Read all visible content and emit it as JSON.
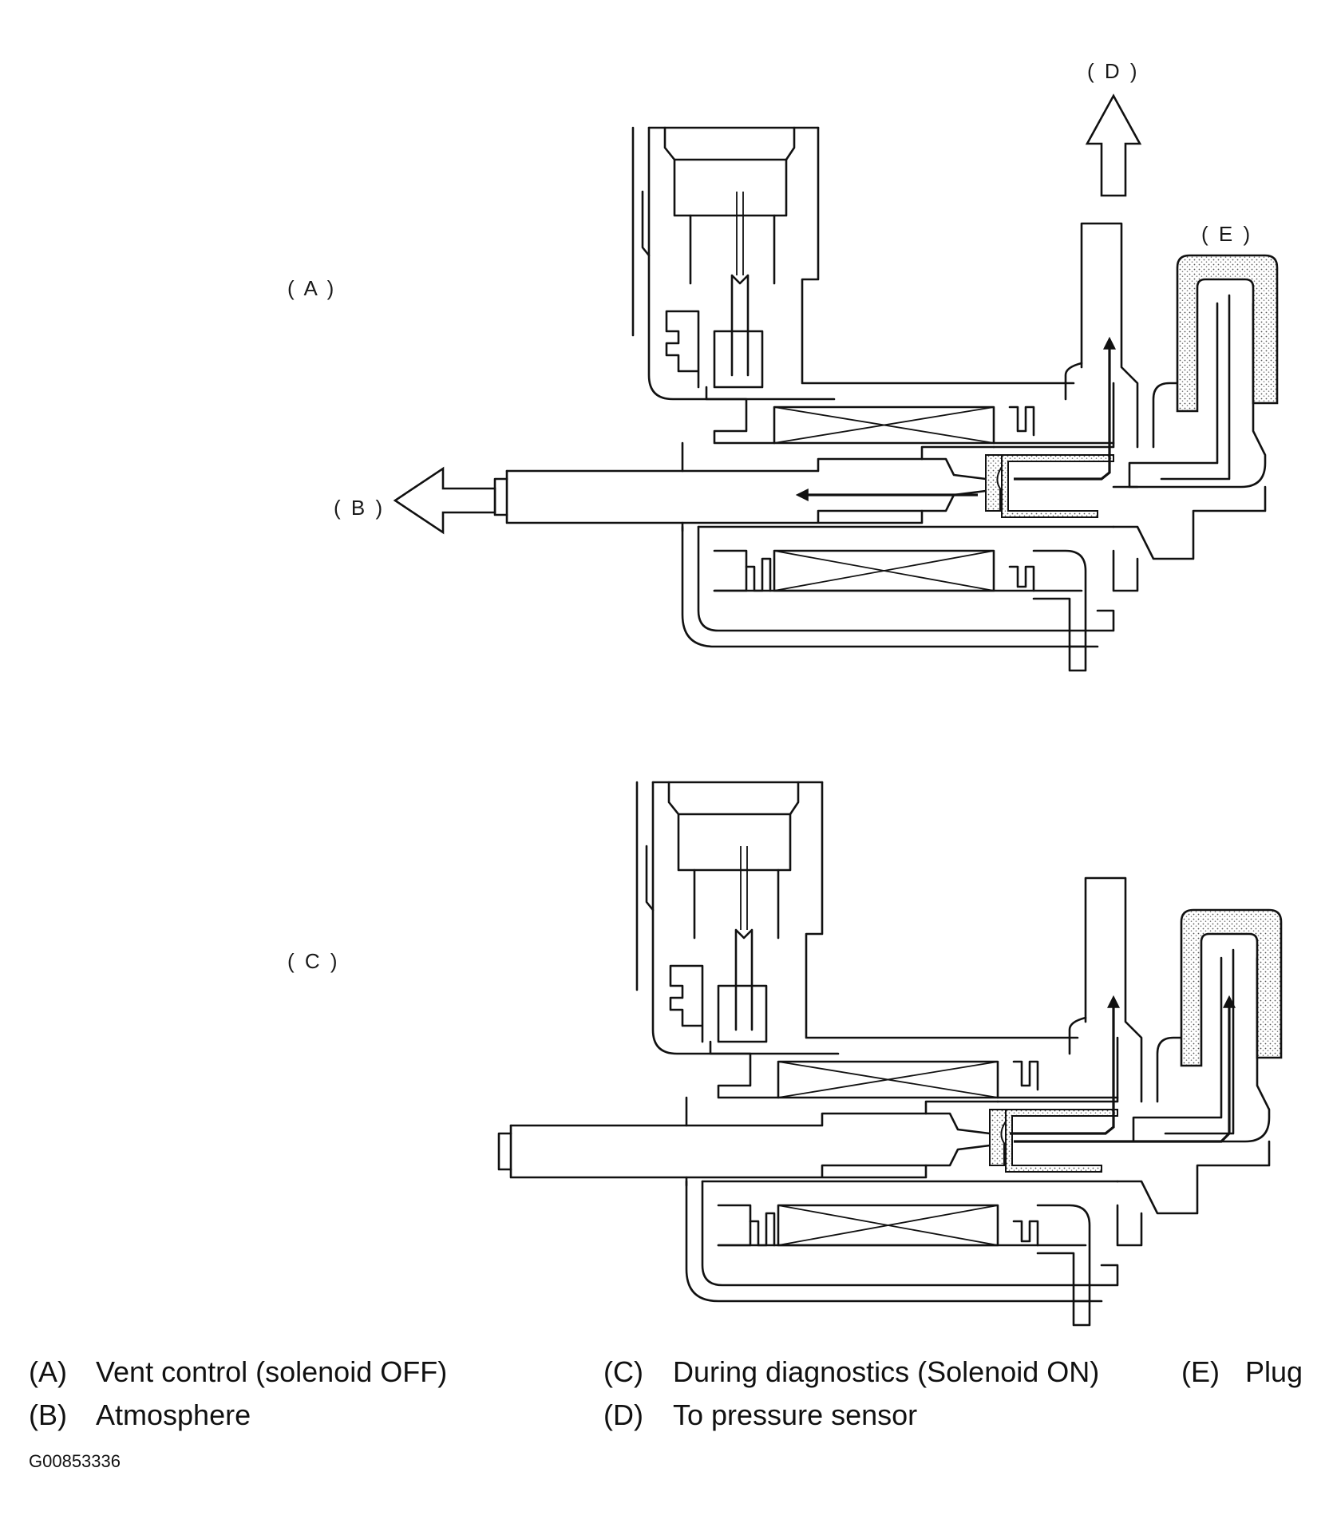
{
  "labels": {
    "A": "( A )",
    "B": "( B )",
    "C": "( C )",
    "D": "( D )",
    "E": "( E )"
  },
  "legend": [
    {
      "key": "(A)",
      "text": "Vent control (solenoid OFF)"
    },
    {
      "key": "(B)",
      "text": "Atmosphere"
    },
    {
      "key": "(C)",
      "text": "During diagnostics (Solenoid ON)"
    },
    {
      "key": "(D)",
      "text": "To pressure sensor"
    },
    {
      "key": "(E)",
      "text": "Plug"
    }
  ],
  "figure_id": "G00853336"
}
